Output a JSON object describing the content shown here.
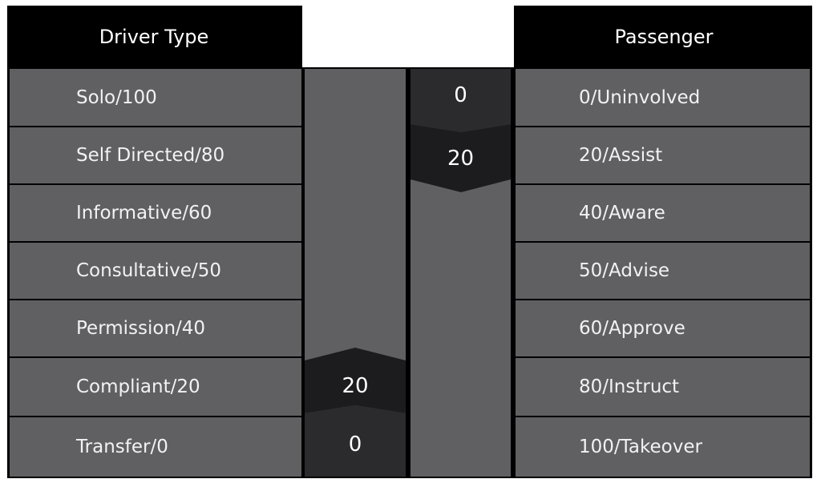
{
  "header": {
    "left_title": "Driver Type",
    "middle_title": "",
    "right_title": "Passenger"
  },
  "driver_types": [
    "Solo/100",
    "Self Directed/80",
    "Informative/60",
    "Consultative/50",
    "Permission/40",
    "Compliant/20",
    "Transfer/0"
  ],
  "passenger_levels": [
    "0/Uninvolved",
    "20/Assist",
    "40/Aware",
    "50/Advise",
    "60/Approve",
    "80/Instruct",
    "100/Takeover"
  ],
  "driver_column": {
    "end_value": "0",
    "marker_value": "20"
  },
  "passenger_column": {
    "start_value": "0",
    "marker_value": "20"
  },
  "colors": {
    "frame": "#000000",
    "cell": "#606063",
    "marker_dark": "#2b2b2d",
    "marker_darkest": "#1c1c1e",
    "text": "#ffffff"
  }
}
